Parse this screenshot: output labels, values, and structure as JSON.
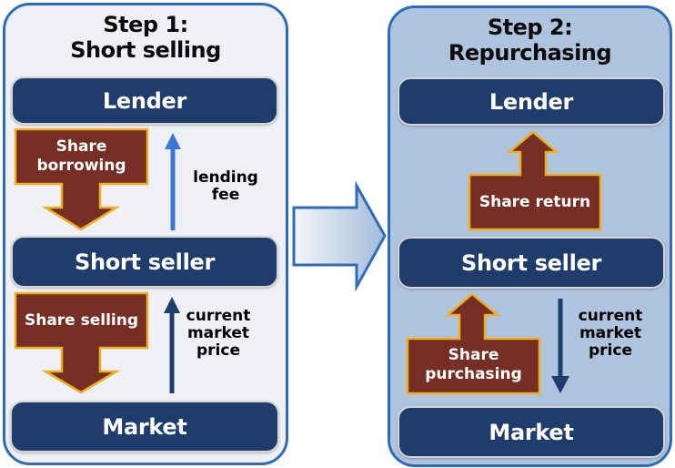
{
  "colors": {
    "page_bg": "#ffffff",
    "panel_border": "#2f6cb7",
    "step1_bg": "#eef0f6",
    "step2_bg": "#aec3dd",
    "box_navy": "#1e3c6c",
    "box_border": "#d5d5d5",
    "box_text": "#ffffff",
    "title_text": "#0b0b0b",
    "callout_maroon": "#772e24",
    "callout_orange": "#eeaf1e",
    "fee_arrow_blue": "#3c77d6",
    "price_arrow_navy": "#1e3c6c",
    "mid_arrow_start": "#f5f7fa",
    "mid_arrow_end": "#a3bbda"
  },
  "step1": {
    "title_line1": "Step 1:",
    "title_line2": "Short selling",
    "lender_box": "Lender",
    "short_seller_box": "Short seller",
    "market_box": "Market",
    "share_borrowing_line1": "Share",
    "share_borrowing_line2": "borrowing",
    "share_selling": "Share selling",
    "lending_fee": "lending fee",
    "market_price_line1": "current",
    "market_price_line2": "market",
    "market_price_line3": "price"
  },
  "step2": {
    "title_line1": "Step 2:",
    "title_line2": "Repurchasing",
    "lender_box": "Lender",
    "short_seller_box": "Short seller",
    "market_box": "Market",
    "share_return": "Share return",
    "share_purchasing_line1": "Share",
    "share_purchasing_line2": "purchasing",
    "market_price_line1": "current",
    "market_price_line2": "market",
    "market_price_line3": "price"
  },
  "icons": {
    "share_borrowing_arrow": "down-block-arrow",
    "share_selling_arrow": "down-block-arrow",
    "share_return_arrow": "up-block-arrow",
    "share_purchasing_arrow": "up-block-arrow",
    "lending_fee_arrow": "up-arrow",
    "market_price_up_arrow": "up-arrow",
    "market_price_down_arrow": "down-arrow",
    "step_transition_arrow": "right-block-arrow"
  }
}
